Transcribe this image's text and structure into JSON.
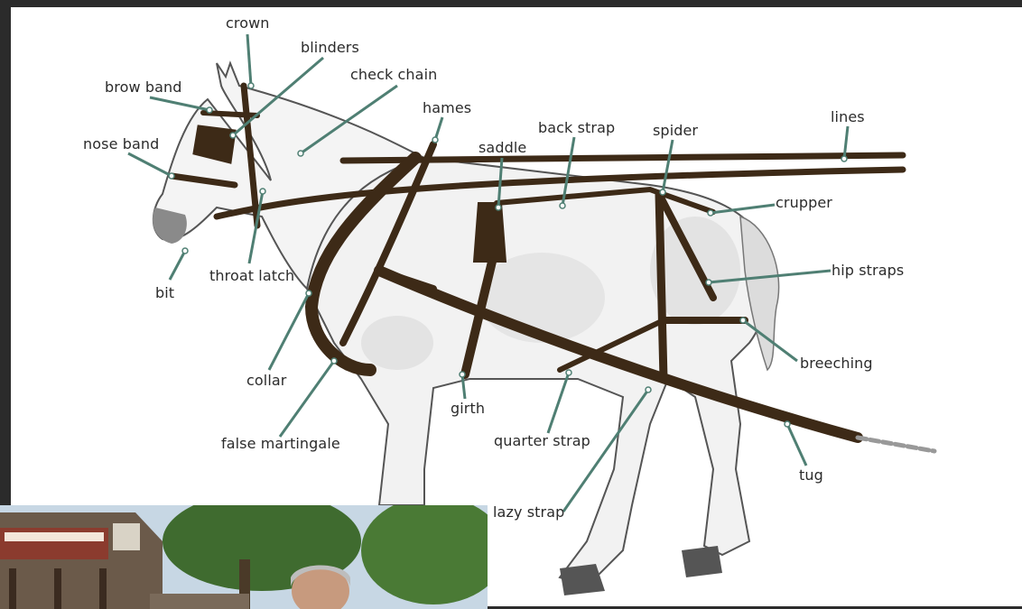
{
  "diagram": {
    "labels": {
      "crown": "crown",
      "blinders": "blinders",
      "check_chain": "check chain",
      "brow_band": "brow band",
      "hames": "hames",
      "back_strap": "back strap",
      "spider": "spider",
      "lines": "lines",
      "saddle": "saddle",
      "nose_band": "nose band",
      "crupper": "crupper",
      "throat_latch": "throat latch",
      "hip_straps": "hip straps",
      "bit": "bit",
      "breeching": "breeching",
      "collar": "collar",
      "girth": "girth",
      "false_martingale": "false martingale",
      "quarter_strap": "quarter strap",
      "tug": "tug",
      "lazy_strap": "lazy strap"
    },
    "colors": {
      "leader_line": "#4f7f73",
      "leather": "#3d2a17",
      "horse_body": "#f2f2f2",
      "horse_outline": "#555555"
    }
  },
  "inset": {
    "description_icon": "video-thumbnail"
  }
}
